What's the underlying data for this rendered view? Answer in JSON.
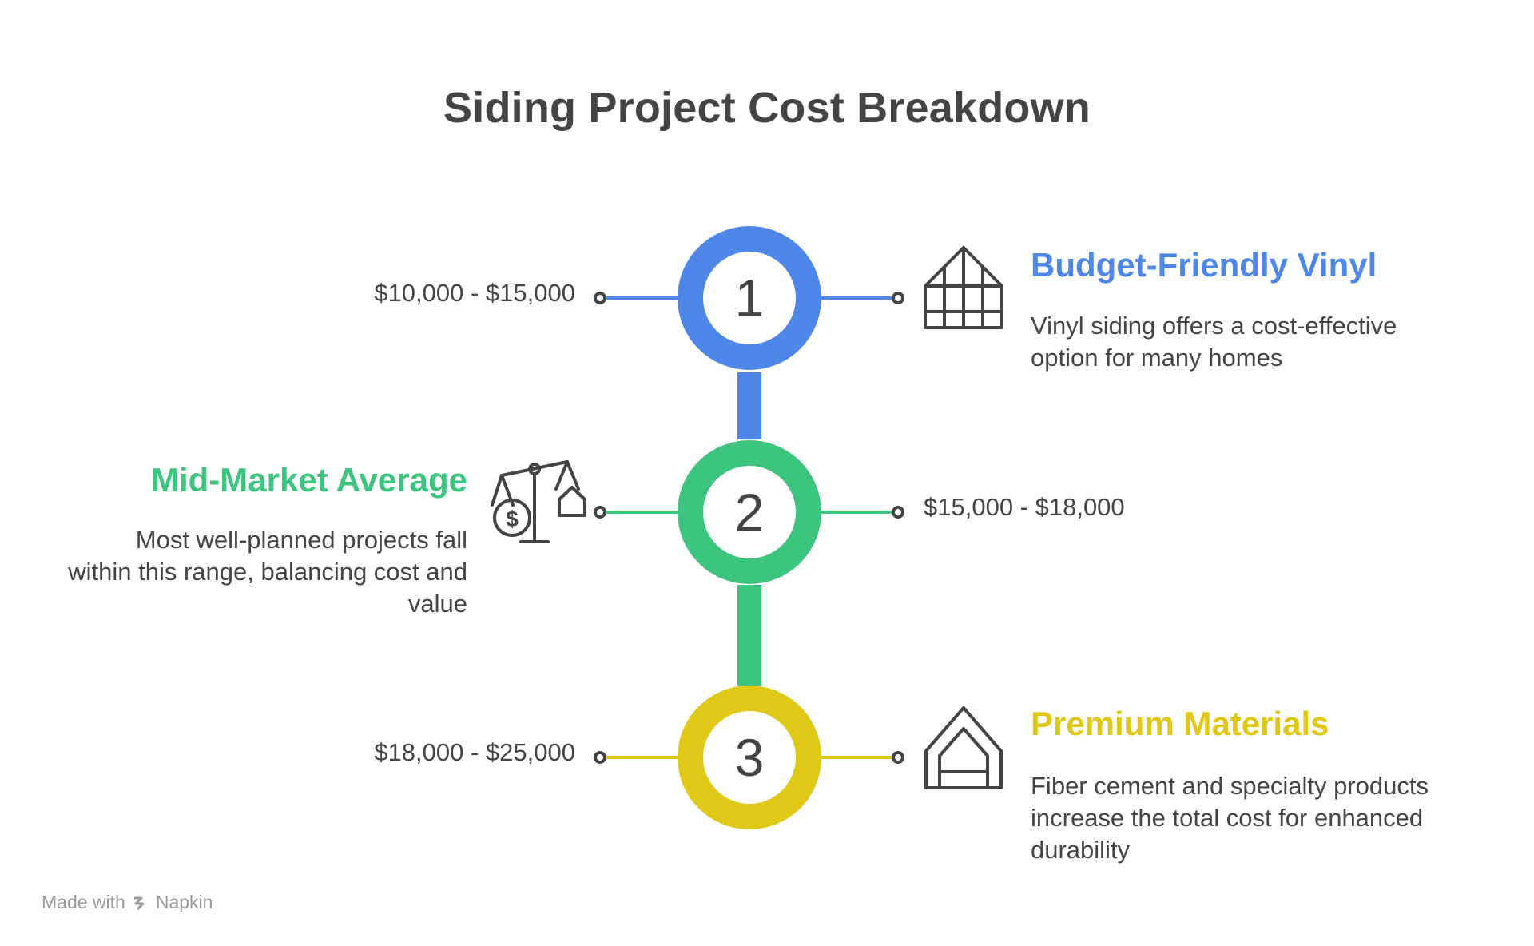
{
  "title": "Siding Project Cost Breakdown",
  "colors": {
    "step1": "#4f87e8",
    "step2": "#3dc47f",
    "step3": "#dfc816",
    "text": "#444444"
  },
  "steps": [
    {
      "number": "1",
      "price": "$10,000 - $15,000",
      "heading": "Budget-Friendly Vinyl",
      "description": "Vinyl siding offers a cost-effective option for many homes",
      "icon": "house-frame-icon"
    },
    {
      "number": "2",
      "price": "$15,000 - $18,000",
      "heading": "Mid-Market Average",
      "description": "Most well-planned projects fall within this range, balancing cost and value",
      "icon": "balance-scale-icon"
    },
    {
      "number": "3",
      "price": "$18,000 - $25,000",
      "heading": "Premium Materials",
      "description": "Fiber cement and specialty products increase the total cost for enhanced durability",
      "icon": "house-outline-icon"
    }
  ],
  "footer": {
    "made_with": "Made with",
    "brand": "Napkin"
  }
}
